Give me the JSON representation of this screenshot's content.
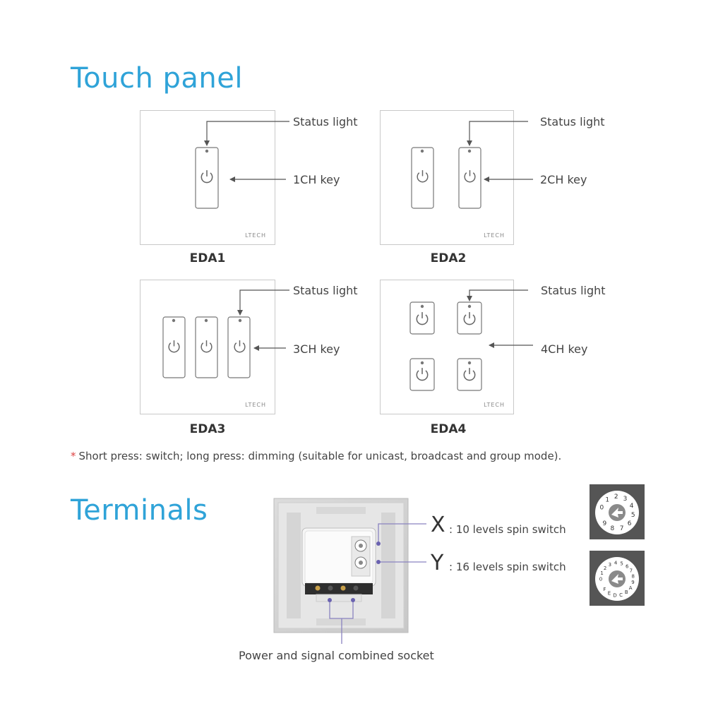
{
  "touch_panel": {
    "title": "Touch panel",
    "brand": "LTECH",
    "panels": [
      {
        "model": "EDA1",
        "status_label": "Status light",
        "key_label": "1CH key"
      },
      {
        "model": "EDA2",
        "status_label": "Status light",
        "key_label": "2CH key"
      },
      {
        "model": "EDA3",
        "status_label": "Status light",
        "key_label": "3CH key"
      },
      {
        "model": "EDA4",
        "status_label": "Status light",
        "key_label": "4CH key"
      }
    ],
    "note_symbol": "*",
    "note": "Short press: switch; long press: dimming (suitable for unicast, broadcast and group mode)."
  },
  "terminals": {
    "title": "Terminals",
    "x_letter": "X",
    "x_desc": ": 10 levels spin switch",
    "y_letter": "Y",
    "y_desc": ": 16 levels spin switch",
    "socket_label": "Power and signal combined socket",
    "dial_x_digits": [
      "0",
      "1",
      "2",
      "3",
      "4",
      "5",
      "6",
      "7",
      "8",
      "9"
    ],
    "dial_y_digits": [
      "0",
      "1",
      "2",
      "3",
      "4",
      "5",
      "6",
      "7",
      "8",
      "9",
      "A",
      "B",
      "C",
      "D",
      "E",
      "F"
    ]
  },
  "colors": {
    "heading": "#2fa3d8",
    "accent_star": "#dd4444",
    "dial_bg": "#555555"
  }
}
